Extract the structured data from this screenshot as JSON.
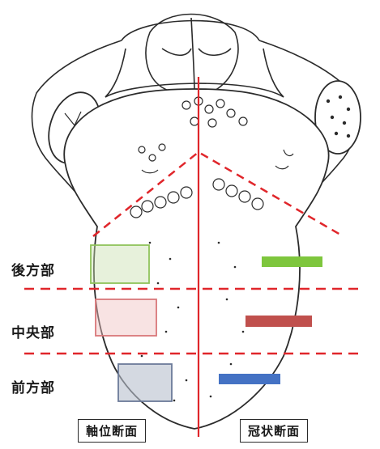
{
  "zones": [
    {
      "label": "後方部",
      "axial_color": "#8fc35a",
      "coronal_color": "#7ec63d"
    },
    {
      "label": "中央部",
      "axial_color": "#d9777a",
      "coronal_color": "#c0504d"
    },
    {
      "label": "前方部",
      "axial_color": "#6b7a99",
      "coronal_color": "#4472c4"
    }
  ],
  "planes": {
    "axial": "軸位断面",
    "coronal": "冠状断面"
  },
  "colors": {
    "dashed_line": "#e0262b",
    "midline": "#e0262b",
    "outline": "#2b2b2b"
  }
}
